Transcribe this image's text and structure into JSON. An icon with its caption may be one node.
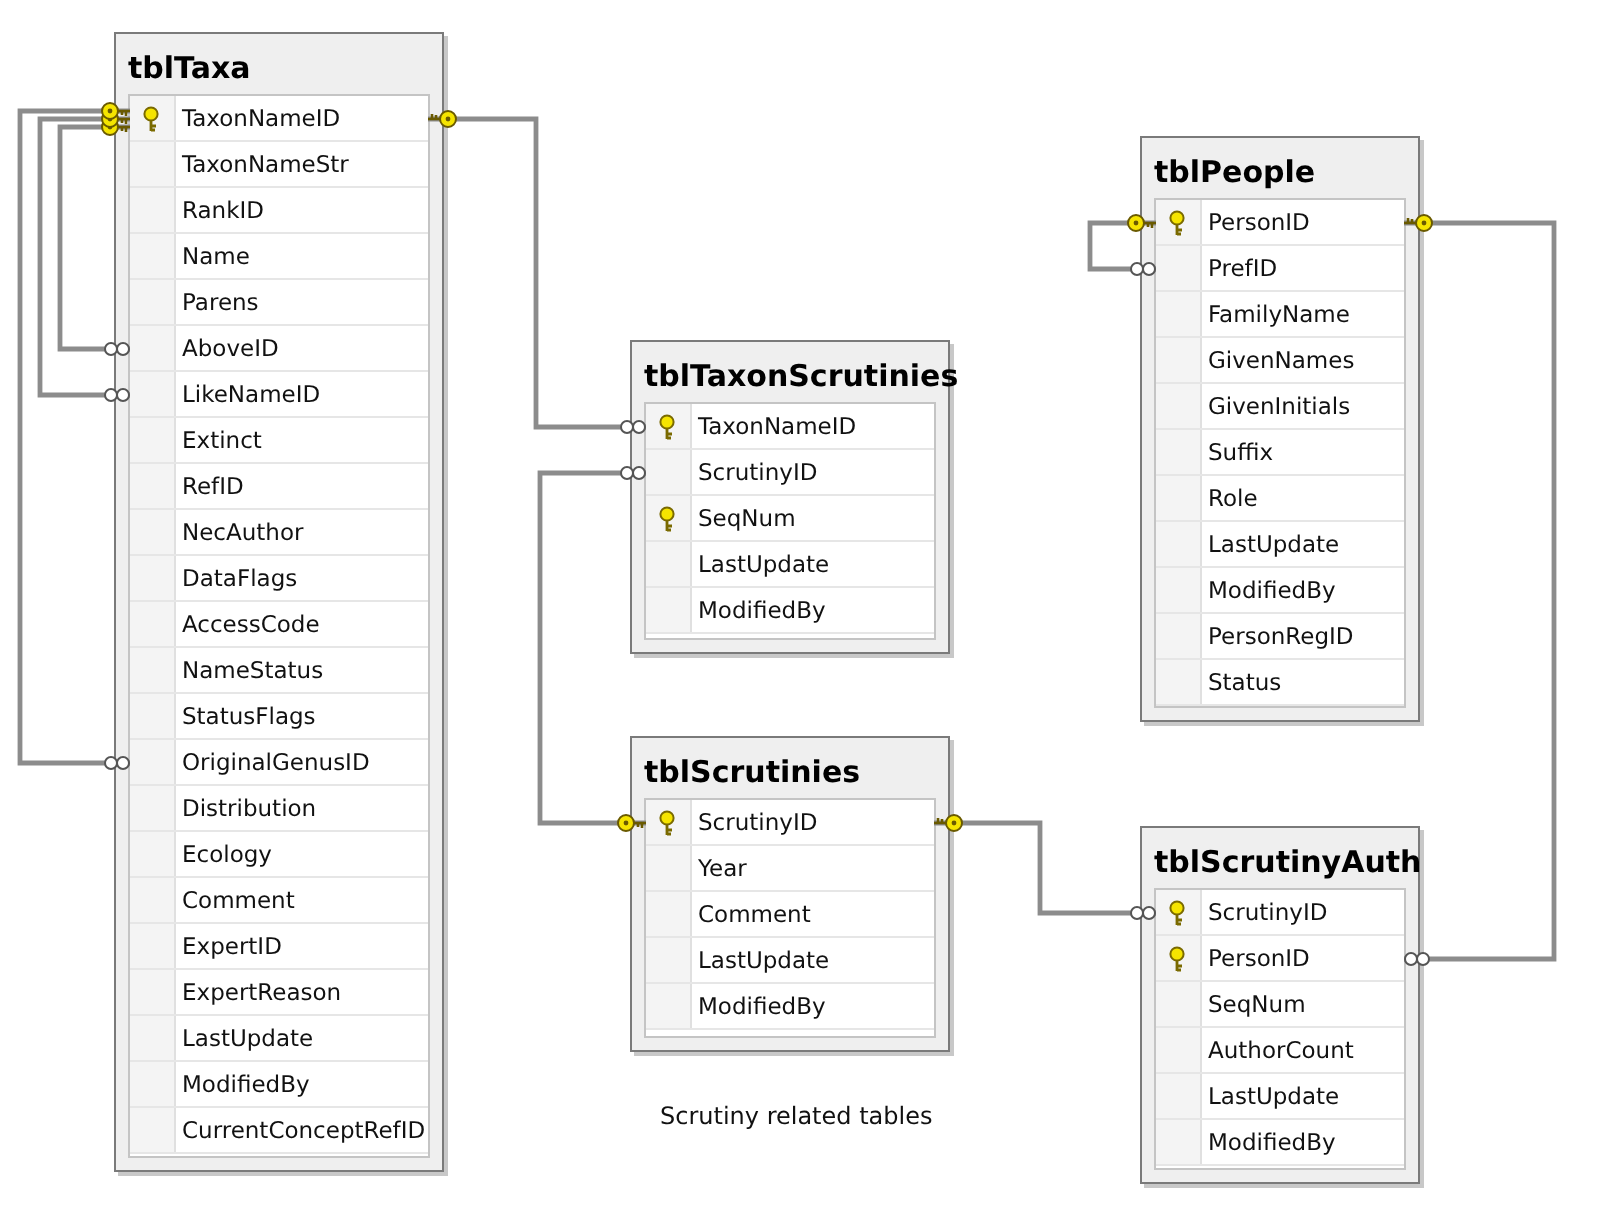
{
  "diagram": {
    "caption": "Scrutiny related tables",
    "nodes": [
      {
        "text": [
          "tblTaxa"
        ]
      },
      {
        "text": [
          "TaxonNameID"
        ],
        "in": 0
      },
      {
        "text": [
          "TaxonNameStr"
        ],
        "in": 0
      },
      {
        "text": [
          "RankID"
        ],
        "in": 0
      },
      {
        "text": [
          "Name"
        ],
        "in": 0
      },
      {
        "text": [
          "Parens"
        ],
        "in": 0
      },
      {
        "text": [
          "AboveID"
        ],
        "in": 0
      },
      {
        "text": [
          "LikeNameID"
        ],
        "in": 0
      },
      {
        "text": [
          "Extinct"
        ],
        "in": 0
      },
      {
        "text": [
          "RefID"
        ],
        "in": 0
      },
      {
        "text": [
          "NecAuthor"
        ],
        "in": 0
      },
      {
        "text": [
          "DataFlags"
        ],
        "in": 0
      },
      {
        "text": [
          "AccessCode"
        ],
        "in": 0
      },
      {
        "text": [
          "NameStatus"
        ],
        "in": 0
      },
      {
        "text": [
          "StatusFlags"
        ],
        "in": 0
      },
      {
        "text": [
          "OriginalGenusID"
        ],
        "in": 0
      },
      {
        "text": [
          "Distribution"
        ],
        "in": 0
      },
      {
        "text": [
          "Ecology"
        ],
        "in": 0
      },
      {
        "text": [
          "Comment"
        ],
        "in": 0
      },
      {
        "text": [
          "ExpertID"
        ],
        "in": 0
      },
      {
        "text": [
          "ExpertReason"
        ],
        "in": 0
      },
      {
        "text": [
          "LastUpdate"
        ],
        "in": 0
      },
      {
        "text": [
          "ModifiedBy"
        ],
        "in": 0
      },
      {
        "text": [
          "CurrentConceptRefID"
        ],
        "in": 0
      },
      {
        "text": [
          "tblTaxonScrutinies"
        ]
      },
      {
        "text": [
          "TaxonNameID"
        ],
        "in": 24
      },
      {
        "text": [
          "ScrutinyID"
        ],
        "in": 24
      },
      {
        "text": [
          "SeqNum"
        ],
        "in": 24
      },
      {
        "text": [
          "LastUpdate"
        ],
        "in": 24
      },
      {
        "text": [
          "ModifiedBy"
        ],
        "in": 24
      },
      {
        "text": [
          "tblScrutinies"
        ]
      },
      {
        "text": [
          "ScrutinyID"
        ],
        "in": 30
      },
      {
        "text": [
          "Year"
        ],
        "in": 30
      },
      {
        "text": [
          "Comment"
        ],
        "in": 30
      },
      {
        "text": [
          "LastUpdate"
        ],
        "in": 30
      },
      {
        "text": [
          "ModifiedBy"
        ],
        "in": 30
      },
      {
        "text": [
          "tblPeople"
        ]
      },
      {
        "text": [
          "PersonID"
        ],
        "in": 36
      },
      {
        "text": [
          "PrefID"
        ],
        "in": 36
      },
      {
        "text": [
          "FamilyName"
        ],
        "in": 36
      },
      {
        "text": [
          "GivenNames"
        ],
        "in": 36
      },
      {
        "text": [
          "GivenInitials"
        ],
        "in": 36
      },
      {
        "text": [
          "Suffix"
        ],
        "in": 36
      },
      {
        "text": [
          "Role"
        ],
        "in": 36
      },
      {
        "text": [
          "LastUpdate"
        ],
        "in": 36
      },
      {
        "text": [
          "ModifiedBy"
        ],
        "in": 36
      },
      {
        "text": [
          "PersonRegID"
        ],
        "in": 36
      },
      {
        "text": [
          "Status"
        ],
        "in": 36
      },
      {
        "text": [
          "tblScrutinyAuth"
        ]
      },
      {
        "text": [
          "ScrutinyID"
        ],
        "in": 48
      },
      {
        "text": [
          "PersonID"
        ],
        "in": 48
      },
      {
        "text": [
          "SeqNum"
        ],
        "in": 48
      },
      {
        "text": [
          "AuthorCount"
        ],
        "in": 48
      },
      {
        "text": [
          "LastUpdate"
        ],
        "in": 48
      },
      {
        "text": [
          "ModifiedBy"
        ],
        "in": 48
      }
    ],
    "edges": [
      {
        "from": 1,
        "to": 25,
        "arrow": "other"
      },
      {
        "from": 1,
        "to": 6,
        "arrow": "other"
      },
      {
        "from": 1,
        "to": 7,
        "arrow": "other"
      },
      {
        "from": 1,
        "to": 15,
        "arrow": "other"
      },
      {
        "from": 31,
        "to": 26,
        "arrow": "other"
      },
      {
        "from": 31,
        "to": 49,
        "arrow": "other"
      },
      {
        "from": 37,
        "to": 50,
        "arrow": "other"
      },
      {
        "from": 37,
        "to": 38,
        "arrow": "other"
      }
    ]
  }
}
